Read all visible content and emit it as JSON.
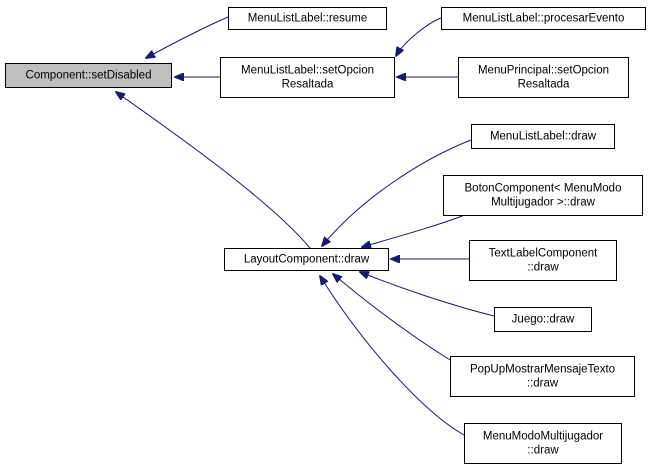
{
  "diagram": {
    "colors": {
      "edge": "#191970",
      "highlight_fill": "#bfbfbf",
      "node_fill": "#ffffff",
      "node_border": "#000000"
    },
    "nodes": {
      "setDisabled": {
        "lines": [
          "Component::setDisabled"
        ],
        "highlight": true
      },
      "resume": {
        "lines": [
          "MenuListLabel::resume"
        ]
      },
      "setOpcionLabel": {
        "lines": [
          "MenuListLabel::setOpcion",
          "Resaltada"
        ]
      },
      "procesarEvento": {
        "lines": [
          "MenuListLabel::procesarEvento"
        ]
      },
      "setOpcionPrincipal": {
        "lines": [
          "MenuPrincipal::setOpcion",
          "Resaltada"
        ]
      },
      "layoutDraw": {
        "lines": [
          "LayoutComponent::draw"
        ]
      },
      "menuListLabelDraw": {
        "lines": [
          "MenuListLabel::draw"
        ]
      },
      "botonDraw": {
        "lines": [
          "BotonComponent< MenuModo",
          "Multijugador >::draw"
        ]
      },
      "textLabelDraw": {
        "lines": [
          "TextLabelComponent",
          "::draw"
        ]
      },
      "juegoDraw": {
        "lines": [
          "Juego::draw"
        ]
      },
      "popUpDraw": {
        "lines": [
          "PopUpMostrarMensajeTexto",
          "::draw"
        ]
      },
      "menuModoDraw": {
        "lines": [
          "MenuModoMultijugador",
          "::draw"
        ]
      }
    },
    "edges": [
      {
        "from": "resume",
        "to": "setDisabled"
      },
      {
        "from": "setOpcionLabel",
        "to": "setDisabled"
      },
      {
        "from": "layoutDraw",
        "to": "setDisabled"
      },
      {
        "from": "procesarEvento",
        "to": "setOpcionLabel"
      },
      {
        "from": "setOpcionPrincipal",
        "to": "setOpcionLabel"
      },
      {
        "from": "menuListLabelDraw",
        "to": "layoutDraw"
      },
      {
        "from": "botonDraw",
        "to": "layoutDraw"
      },
      {
        "from": "textLabelDraw",
        "to": "layoutDraw"
      },
      {
        "from": "juegoDraw",
        "to": "layoutDraw"
      },
      {
        "from": "popUpDraw",
        "to": "layoutDraw"
      },
      {
        "from": "menuModoDraw",
        "to": "layoutDraw"
      }
    ]
  }
}
